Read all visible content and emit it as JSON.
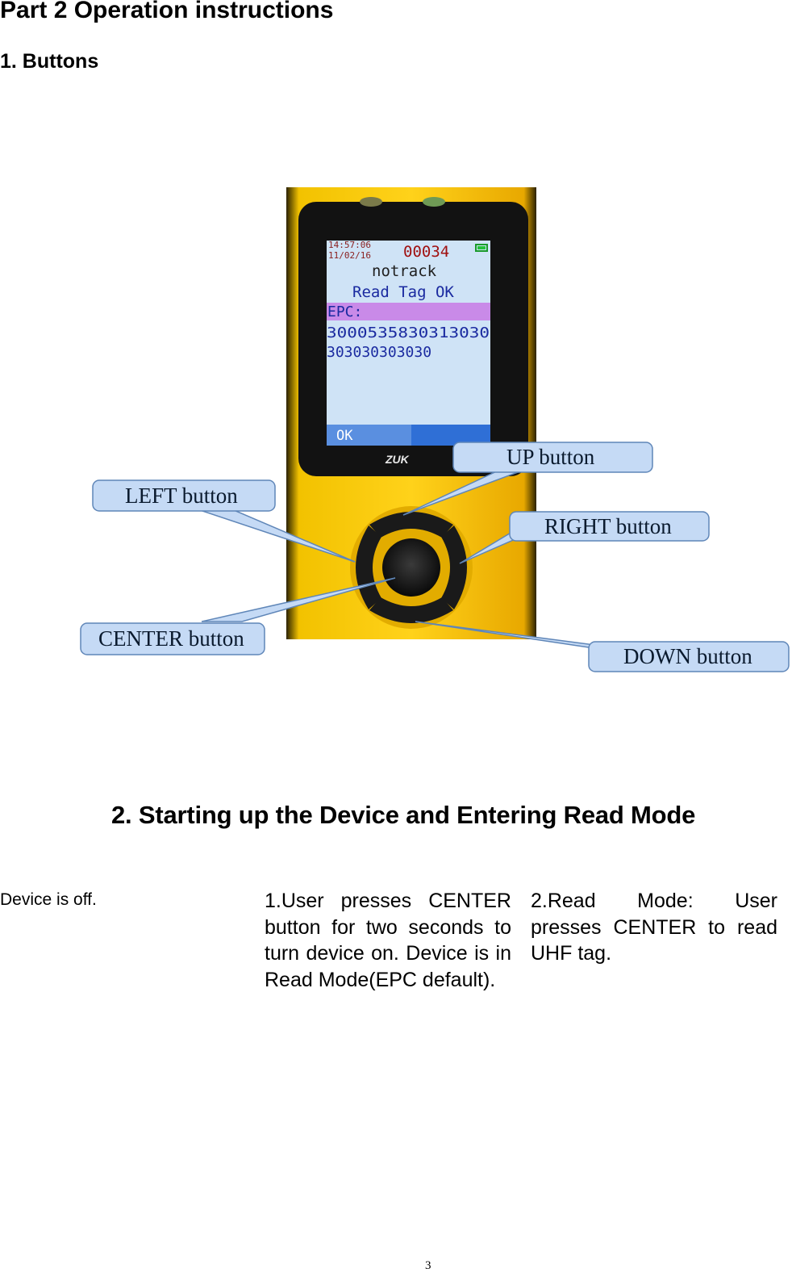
{
  "page": {
    "title": "Part 2 Operation instructions",
    "section1": "1. Buttons",
    "section2": "2. Starting up the Device and Entering Read Mode",
    "page_number": "3"
  },
  "device": {
    "screen": {
      "time": "14:57:06",
      "date": "11/02/16",
      "count": "00034",
      "line1": "notrack",
      "line2": "Read Tag OK",
      "epc_label": "EPC:",
      "epc1": "30005358303130З0",
      "epc2": "303030303030",
      "softkey": "OK"
    },
    "brand": "ZUK",
    "colors": {
      "body": "#f5c000",
      "screen": "#cfe3f6",
      "callout": "#c5daf5",
      "callout_border": "#5f86b8"
    }
  },
  "callouts": {
    "up": "UP button",
    "left": "LEFT button",
    "right": "RIGHT button",
    "center": "CENTER button",
    "down": "DOWN button"
  },
  "steps": {
    "step0": "Device is off.",
    "step1": "1.User presses CENTER button for two seconds to turn device on. Device is in Read Mode(EPC default).",
    "step2": "2.Read Mode: User presses CENTER to read UHF tag."
  }
}
